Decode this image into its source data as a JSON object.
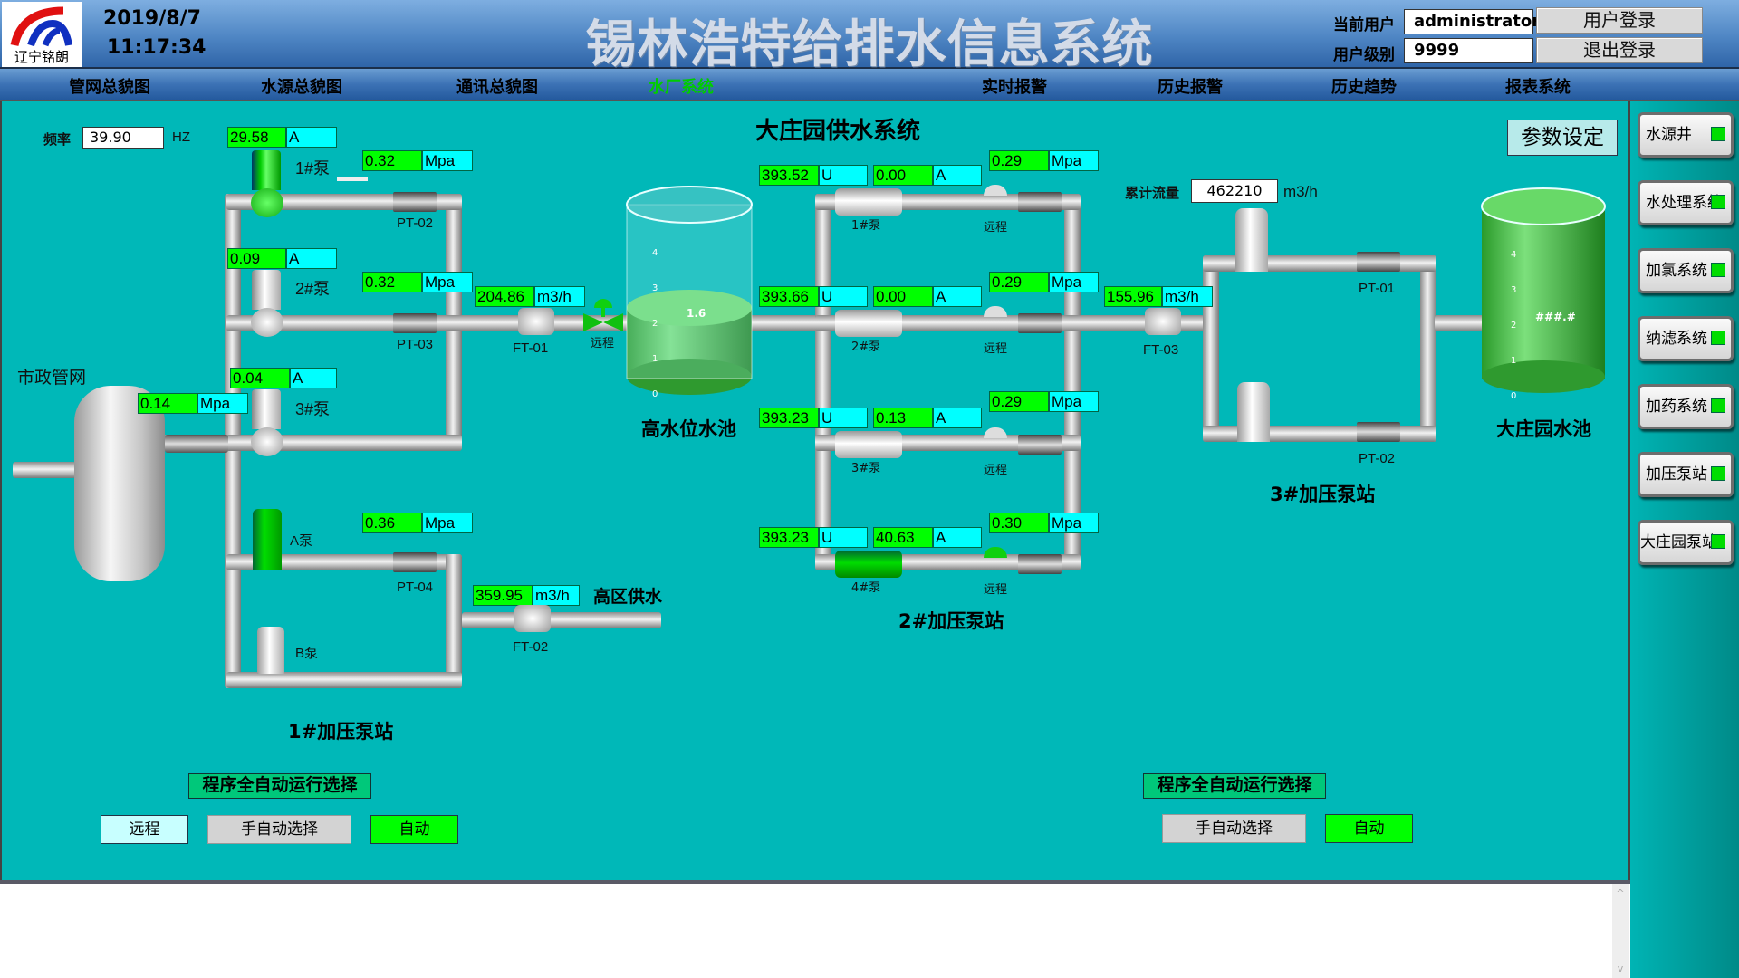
{
  "header": {
    "logo_text": "辽宁铭朗",
    "date": "2019/8/7",
    "time": "11:17:34",
    "title": "锡林浩特给排水信息系统",
    "current_user_label": "当前用户",
    "current_user": "administrator",
    "user_level_label": "用户级别",
    "user_level": "9999",
    "login_button": "用户登录",
    "logout_button": "退出登录"
  },
  "nav": {
    "items": [
      {
        "label": "管网总貌图",
        "active": false
      },
      {
        "label": "水源总貌图",
        "active": false
      },
      {
        "label": "通讯总貌图",
        "active": false
      },
      {
        "label": "水厂系统",
        "active": true
      },
      {
        "label": "实时报警",
        "active": false
      },
      {
        "label": "历史报警",
        "active": false
      },
      {
        "label": "历史趋势",
        "active": false
      },
      {
        "label": "报表系统",
        "active": false
      }
    ],
    "active_color": "#00cc00"
  },
  "main": {
    "title": "大庄园供水系统",
    "param_button": "参数设定",
    "freq_label": "频率",
    "freq_value": "39.90",
    "freq_unit": "HZ",
    "municipal_label": "市政管网",
    "municipal_pressure": {
      "value": "0.14",
      "unit": "Mpa"
    },
    "station1": {
      "title": "1#加压泵站",
      "pumps": [
        {
          "name": "1#泵",
          "current": "29.58",
          "unit": "A",
          "running": true
        },
        {
          "name": "2#泵",
          "current": "0.09",
          "unit": "A",
          "running": false
        },
        {
          "name": "3#泵",
          "current": "0.04",
          "unit": "A",
          "running": false
        },
        {
          "name": "A泵",
          "running": true
        },
        {
          "name": "B泵",
          "running": false
        }
      ],
      "pressures": [
        {
          "tag": "PT-02",
          "value": "0.32",
          "unit": "Mpa"
        },
        {
          "tag": "PT-03",
          "value": "0.32",
          "unit": "Mpa"
        },
        {
          "tag": "PT-04",
          "value": "0.36",
          "unit": "Mpa"
        }
      ],
      "flow_ft01": {
        "tag": "FT-01",
        "value": "204.86",
        "unit": "m3/h"
      },
      "flow_ft02": {
        "tag": "FT-02",
        "value": "359.95",
        "unit": "m3/h"
      },
      "high_zone_label": "高区供水",
      "remote_valve_label": "远程"
    },
    "high_tank": {
      "label": "高水位水池",
      "level": 1.6,
      "level_text": "1.6",
      "scale": [
        "4",
        "3",
        "2",
        "1",
        "0"
      ],
      "max": 4
    },
    "station2": {
      "title": "2#加压泵站",
      "pumps": [
        {
          "name": "1#泵",
          "voltage": "393.52",
          "v_unit": "U",
          "current": "0.00",
          "a_unit": "A",
          "pressure": "0.29",
          "p_unit": "Mpa",
          "running": false
        },
        {
          "name": "2#泵",
          "voltage": "393.66",
          "v_unit": "U",
          "current": "0.00",
          "a_unit": "A",
          "pressure": "0.29",
          "p_unit": "Mpa",
          "running": false
        },
        {
          "name": "3#泵",
          "voltage": "393.23",
          "v_unit": "U",
          "current": "0.13",
          "a_unit": "A",
          "pressure": "0.29",
          "p_unit": "Mpa",
          "running": false
        },
        {
          "name": "4#泵",
          "voltage": "393.23",
          "v_unit": "U",
          "current": "40.63",
          "a_unit": "A",
          "pressure": "0.30",
          "p_unit": "Mpa",
          "running": true
        }
      ],
      "valve_label": "远程"
    },
    "cumulative": {
      "label": "累计流量",
      "value": "462210",
      "unit": "m3/h"
    },
    "flow_ft03": {
      "tag": "FT-03",
      "value": "155.96",
      "unit": "m3/h"
    },
    "station3": {
      "title": "3#加压泵站",
      "pt_top": "PT-01",
      "pt_bottom": "PT-02"
    },
    "dzy_tank": {
      "label": "大庄园水池",
      "level_text": "###.#",
      "scale": [
        "4",
        "3",
        "2",
        "1",
        "0"
      ]
    },
    "left_controls": {
      "select_label": "程序全自动运行选择",
      "remote": "远程",
      "manual_auto": "手自动选择",
      "auto": "自动"
    },
    "right_controls": {
      "select_label": "程序全自动运行选择",
      "manual_auto": "手自动选择",
      "auto": "自动"
    }
  },
  "sidebar": {
    "items": [
      {
        "label": "水源井",
        "status": "on"
      },
      {
        "label": "水处理系统",
        "status": "on"
      },
      {
        "label": "加氯系统",
        "status": "on"
      },
      {
        "label": "纳滤系统",
        "status": "on"
      },
      {
        "label": "加药系统",
        "status": "on"
      },
      {
        "label": "加压泵站",
        "status": "on"
      },
      {
        "label": "大庄园泵站",
        "status": "on"
      }
    ]
  },
  "log": {
    "scroll_up": "^",
    "scroll_down": "v"
  }
}
